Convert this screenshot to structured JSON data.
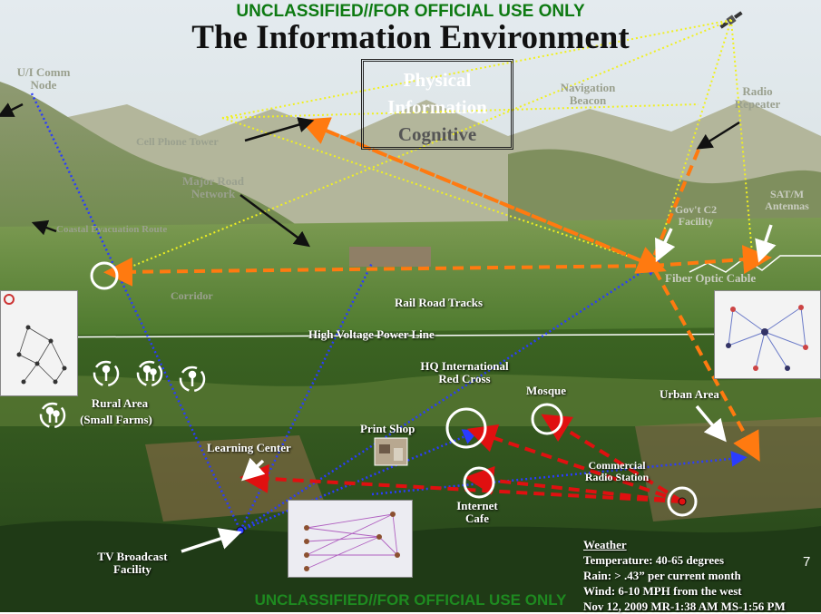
{
  "slide": {
    "classification_top": "UNCLASSIFIED//FOR OFFICIAL USE ONLY",
    "classification_bottom": "UNCLASSIFIED//FOR OFFICIAL USE ONLY",
    "title": "The Information Environment",
    "page_number": "7"
  },
  "dimensions": {
    "physical": "Physical",
    "information": "Information",
    "cognitive": "Cognitive"
  },
  "labels": {
    "ui_comm_node": "U/I Comm Node",
    "cell_phone_tower": "Cell Phone Tower",
    "navigation_beacon": "Navigation Beacon",
    "radio_repeater": "Radio Repeater",
    "major_road_network": "Major Road Network",
    "gov_c2_facility": "Gov't C2 Facility",
    "sat_antennas": "SAT/M Antennas",
    "fiber_optic_cable": "Fiber Optic Cable",
    "evacuation_route": "Coastal Evacuation Route",
    "corridor": "Corridor",
    "rail_road_tracks": "Rail Road Tracks",
    "high_voltage_power_line": "High Voltage Power Line",
    "rural_area": "Rural Area",
    "small_farms": "(Small Farms)",
    "hq_red_cross": "HQ International Red Cross",
    "mosque": "Mosque",
    "urban_area": "Urban Area",
    "print_shop": "Print Shop",
    "learning_center": "Learning Center",
    "commercial_radio_station": "Commercial Radio Station",
    "internet_cafe": "Internet Cafe",
    "tv_broadcast_facility": "TV Broadcast Facility"
  },
  "weather": {
    "heading": "Weather",
    "temperature": "Temperature: 40-65 degrees",
    "rain": "Rain: > .43” per current month",
    "wind": "Wind: 6-10 MPH from the west",
    "date_line": "Nov 12, 2009 MR-1:38 AM MS-1:56 PM"
  },
  "colors": {
    "banner": "#0e7a12",
    "title": "#111111",
    "label_white": "#ffffff",
    "label_grey": "#9aa08e",
    "line_blue": "#2a3cff",
    "line_yellow": "#f0f020",
    "line_orange": "#ff7a10",
    "line_red": "#e01010"
  }
}
